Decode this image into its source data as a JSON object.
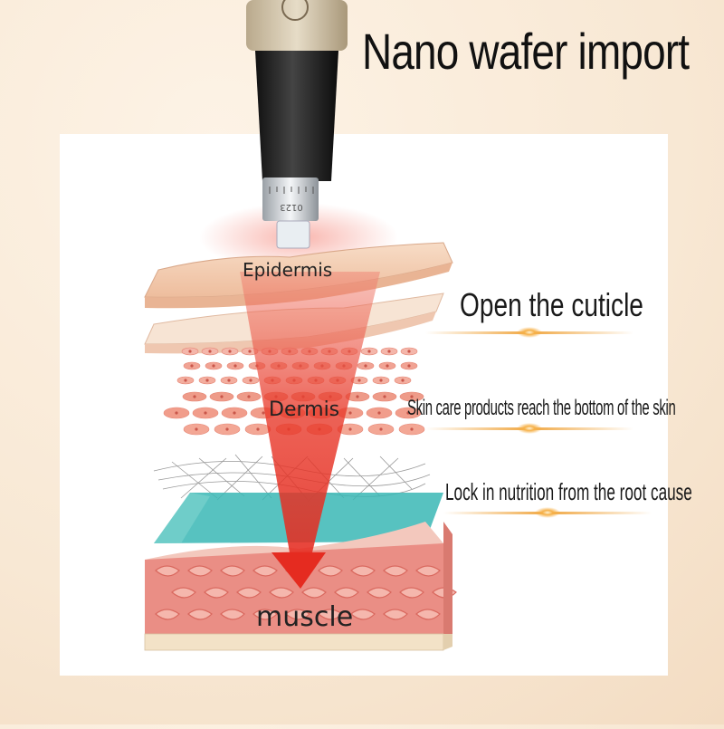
{
  "title": "Nano wafer import",
  "layers": {
    "epidermis": "Epidermis",
    "dermis": "Dermis",
    "muscle": "muscle"
  },
  "callouts": {
    "cuticle": "Open the cuticle",
    "reach": "Skin care products reach the bottom of the skin",
    "lock": "Lock in nutrition from the root cause"
  },
  "device_markings": {
    "scale_text": "0123"
  },
  "colors": {
    "beam": "#e83a2c",
    "skin": "#f3cdb3",
    "membrane": "#3ab7b5",
    "muscle": "#ea8e85",
    "glow": "#f0a640"
  }
}
